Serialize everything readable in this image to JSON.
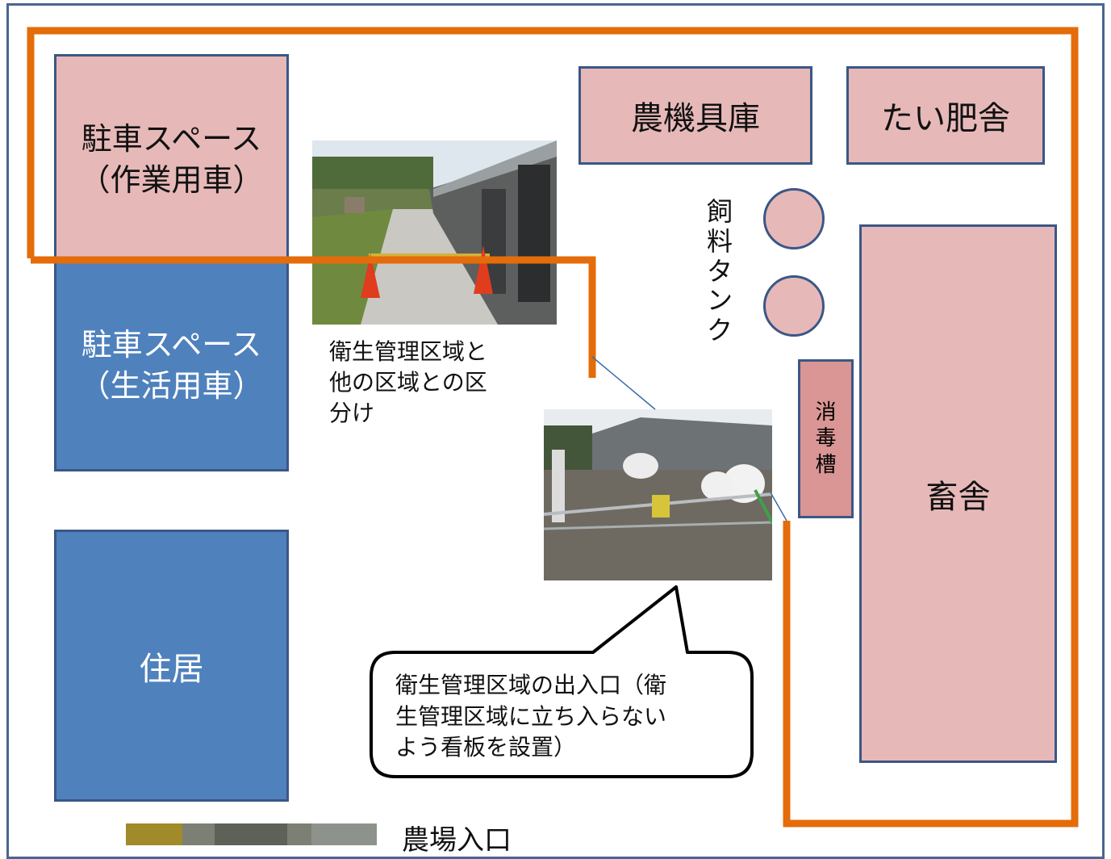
{
  "diagram": {
    "parking_work": {
      "line1": "駐車スペース",
      "line2": "（作業用車）"
    },
    "parking_private": {
      "line1": "駐車スペース",
      "line2": "（生活用車）"
    },
    "residence": "住居",
    "machinery_shed": "農機具庫",
    "compost_shed": "たい肥舎",
    "feed_tank_label": [
      "飼",
      "料",
      "タ",
      "ン",
      "ク"
    ],
    "disinfection_tank_label": [
      "消",
      "毒",
      "槽"
    ],
    "barn": "畜舎",
    "partition_caption": {
      "line1": "衛生管理区域と",
      "line2": "他の区域との区",
      "line3": "分け"
    },
    "entrance_callout": {
      "line1": "衛生管理区域の出入口（衛",
      "line2": "生管理区域に立ち入らない",
      "line3": "よう看板を設置）"
    },
    "farm_entrance": "農場入口"
  },
  "colors": {
    "boundary_orange": "#e46c0a",
    "frame": "#4a6591",
    "pink_fill": "#e6b9b8",
    "blue_fill": "#4f81bd",
    "box_border": "#3b5785"
  }
}
